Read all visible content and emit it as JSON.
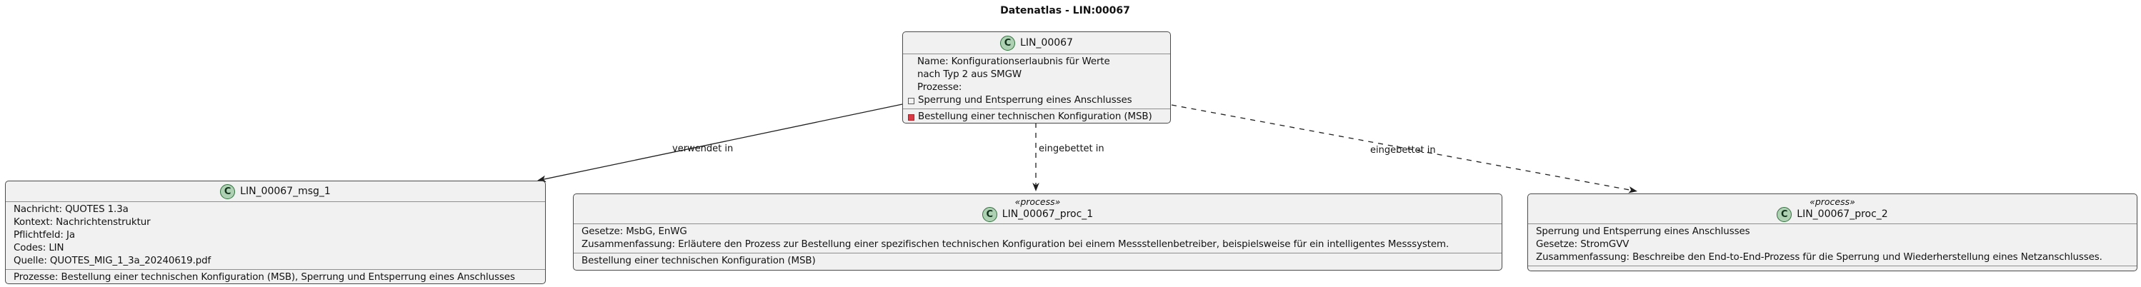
{
  "title": "Datenatlas - LIN:00067",
  "class_badge": "C",
  "colors": {
    "node_background": "#f1f1f1",
    "node_border": "#4a4a4a",
    "compartment_separator": "#8f8f8f",
    "class_circle_fill": "#add1b2",
    "class_circle_border": "#33703f",
    "visibility_red": "#c82930",
    "edge_color": "#1f1f1f"
  },
  "nodes": {
    "lin": {
      "name": "LIN_00067",
      "attributes": [
        {
          "icon": "none",
          "text": "Name: Konfigurationserlaubnis für Werte"
        },
        {
          "icon": "none",
          "text": "nach Typ 2 aus SMGW"
        },
        {
          "icon": "none",
          "text": "Prozesse:"
        },
        {
          "icon": "square-open",
          "text": "Sperrung und Entsperrung eines Anschlusses"
        }
      ],
      "methods": [
        {
          "icon": "square-filled",
          "text": "Bestellung einer technischen Konfiguration (MSB)"
        }
      ]
    },
    "msg1": {
      "name": "LIN_00067_msg_1",
      "attributes": [
        {
          "icon": "none",
          "text": "Nachricht: QUOTES 1.3a"
        },
        {
          "icon": "none",
          "text": "Kontext: Nachrichtenstruktur"
        },
        {
          "icon": "none",
          "text": "Pflichtfeld: Ja"
        },
        {
          "icon": "none",
          "text": "Codes: LIN"
        },
        {
          "icon": "none",
          "text": "Quelle: QUOTES_MIG_1_3a_20240619.pdf"
        }
      ],
      "methods": [
        {
          "icon": "none",
          "text": "Prozesse: Bestellung einer technischen Konfiguration (MSB), Sperrung und Entsperrung eines Anschlusses"
        }
      ]
    },
    "proc1": {
      "stereotype": "«process»",
      "name": "LIN_00067_proc_1",
      "attributes": [
        {
          "icon": "none",
          "text": "Gesetze: MsbG, EnWG"
        },
        {
          "icon": "none",
          "text": "Zusammenfassung: Erläutere den Prozess zur Bestellung einer spezifischen technischen Konfiguration bei einem Messstellenbetreiber, beispielsweise für ein intelligentes Messsystem."
        }
      ],
      "methods": [
        {
          "icon": "none",
          "text": "Bestellung einer technischen Konfiguration (MSB)"
        }
      ]
    },
    "proc2": {
      "stereotype": "«process»",
      "name": "LIN_00067_proc_2",
      "attributes": [
        {
          "icon": "none",
          "text": "Sperrung und Entsperrung eines Anschlusses"
        },
        {
          "icon": "none",
          "text": "Gesetze: StromGVV"
        },
        {
          "icon": "none",
          "text": "Zusammenfassung: Beschreibe den End-to-End-Prozess für die Sperrung und Wiederherstellung eines Netzanschlusses."
        }
      ],
      "methods": []
    }
  },
  "edges": [
    {
      "label": "verwendet in",
      "style": "solid",
      "from": "LIN_00067",
      "to": "LIN_00067_msg_1"
    },
    {
      "label": "eingebettet in",
      "style": "dashed",
      "from": "LIN_00067",
      "to": "LIN_00067_proc_1"
    },
    {
      "label": "eingebettet in",
      "style": "dashed",
      "from": "LIN_00067",
      "to": "LIN_00067_proc_2"
    }
  ]
}
